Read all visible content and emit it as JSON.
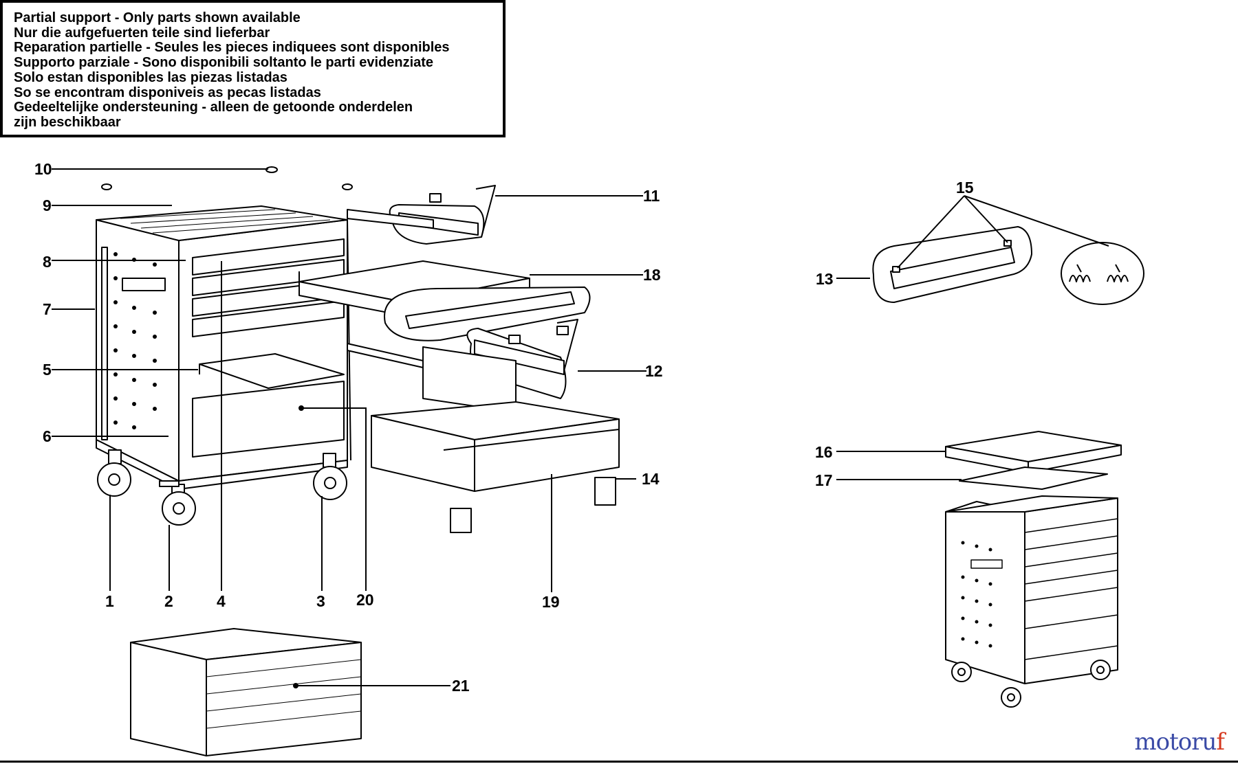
{
  "notice": {
    "lines": [
      "Partial support - Only parts shown available",
      "Nur die aufgefuerten teile sind lieferbar",
      "Reparation partielle - Seules les pieces indiquees sont disponibles",
      "Supporto parziale - Sono disponibili soltanto le parti evidenziate",
      "Solo estan disponibles las piezas listadas",
      "So se encontram disponiveis as pecas listadas",
      "Gedeeltelijke ondersteuning - alleen de getoonde onderdelen",
      "zijn beschikbaar"
    ]
  },
  "callouts": {
    "c1": "1",
    "c2": "2",
    "c3": "3",
    "c4": "4",
    "c5": "5",
    "c6": "6",
    "c7": "7",
    "c8": "8",
    "c9": "9",
    "c10": "10",
    "c11": "11",
    "c12": "12",
    "c13": "13",
    "c14": "14",
    "c15": "15",
    "c16": "16",
    "c17": "17",
    "c18": "18",
    "c19": "19",
    "c20": "20",
    "c21": "21"
  },
  "watermark": {
    "part1": "motoru",
    "part2": "f"
  },
  "colors": {
    "ink": "#000000",
    "watermark_blue": "#3a4aa6",
    "watermark_red": "#d6391f"
  }
}
